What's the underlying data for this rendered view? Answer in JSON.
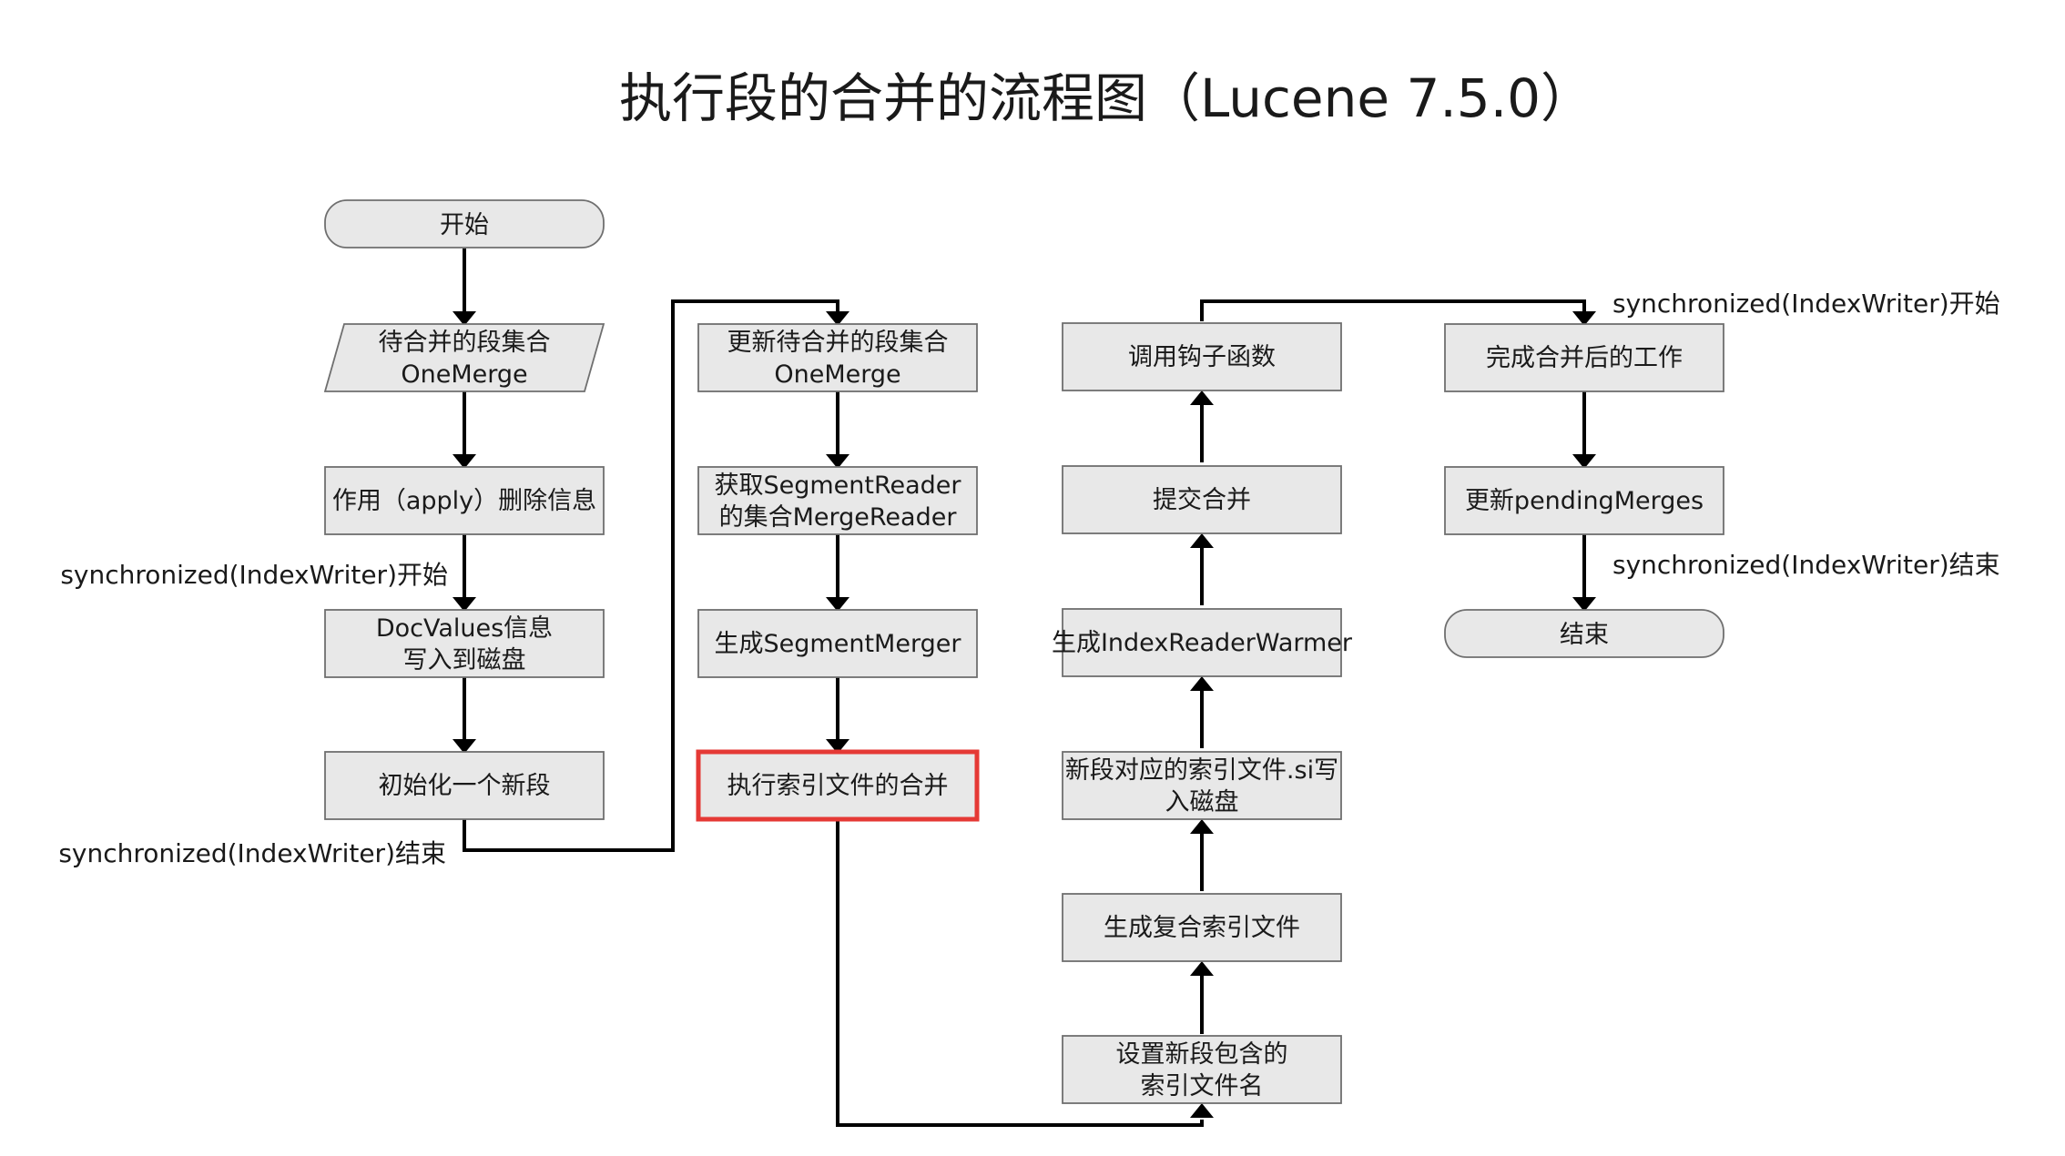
{
  "title": "执行段的合并的流程图（Lucene 7.5.0）",
  "nodes": {
    "start": "开始",
    "one_merge": [
      "待合并的段集合",
      "OneMerge"
    ],
    "apply_deletes": "作用（apply）删除信息",
    "docvalues": [
      "DocValues信息",
      "写入到磁盘"
    ],
    "init_segment": "初始化一个新段",
    "update_one_merge": [
      "更新待合并的段集合",
      "OneMerge"
    ],
    "get_reader": [
      "获取SegmentReader",
      "的集合MergeReader"
    ],
    "gen_merger": "生成SegmentMerger",
    "exec_merge": "执行索引文件的合并",
    "set_names": [
      "设置新段包含的",
      "索引文件名"
    ],
    "gen_compound": "生成复合索引文件",
    "write_si": [
      "新段对应的索引文件.si写",
      "入磁盘"
    ],
    "gen_warmer": "生成IndexReaderWarmer",
    "commit_merge": "提交合并",
    "call_hook": "调用钩子函数",
    "after_merge": "完成合并后的工作",
    "update_pending": "更新pendingMerges",
    "end": "结束"
  },
  "notes": {
    "sync_start_1": "synchronized(IndexWriter)开始",
    "sync_end_1": "synchronized(IndexWriter)结束",
    "sync_start_2": "synchronized(IndexWriter)开始",
    "sync_end_2": "synchronized(IndexWriter)结束"
  },
  "colors": {
    "node_fill": "#e8e8e8",
    "node_border": "#6f6f6f",
    "highlight_border": "#e53935",
    "edge": "#000000"
  }
}
